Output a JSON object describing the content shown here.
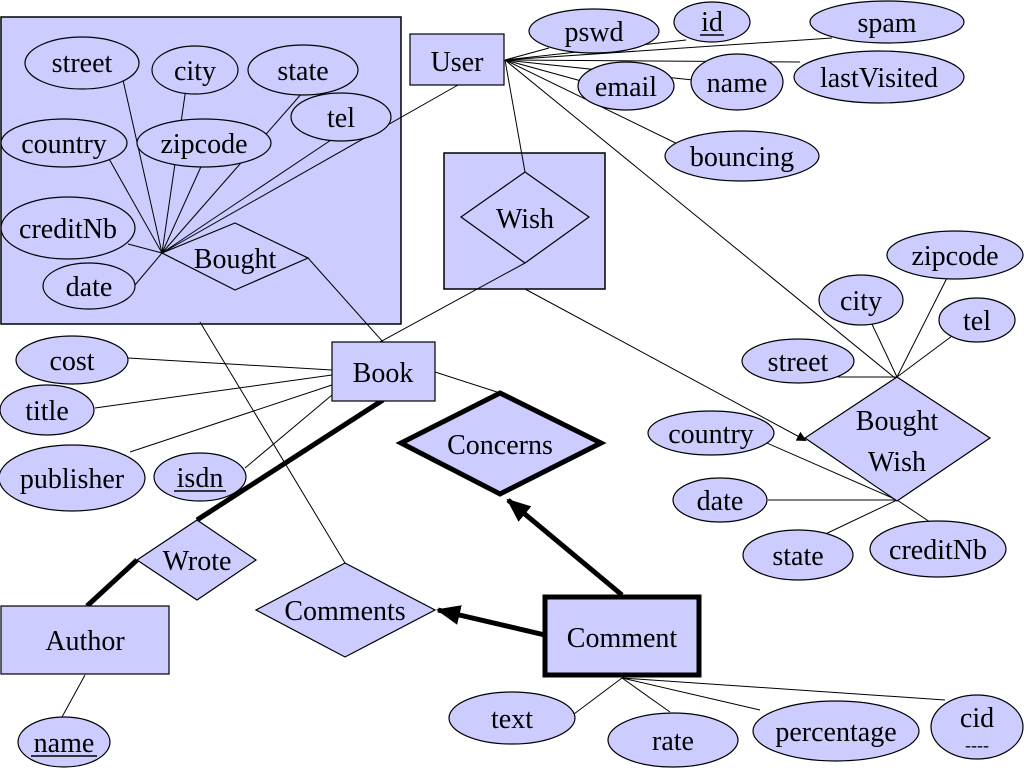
{
  "entities": {
    "user": "User",
    "book": "Book",
    "author": "Author",
    "comment": "Comment"
  },
  "relationships": {
    "bought": "Bought",
    "wish": "Wish",
    "bought_wish_line1": "Bought",
    "bought_wish_line2": "Wish",
    "concerns": "Concerns",
    "wrote": "Wrote",
    "comments": "Comments"
  },
  "attributes": {
    "user": {
      "pswd": "pswd",
      "id": "id",
      "spam": "spam",
      "email": "email",
      "name": "name",
      "last_visited": "lastVisited",
      "bouncing": "bouncing"
    },
    "bought": {
      "street": "street",
      "city": "city",
      "state": "state",
      "tel": "tel",
      "country": "country",
      "zipcode": "zipcode",
      "credit_nb": "creditNb",
      "date": "date"
    },
    "bought_wish": {
      "zipcode": "zipcode",
      "city": "city",
      "tel": "tel",
      "street": "street",
      "country": "country",
      "date": "date",
      "state": "state",
      "credit_nb": "creditNb"
    },
    "book": {
      "cost": "cost",
      "title": "title",
      "publisher": "publisher",
      "isdn": "isdn"
    },
    "author": {
      "name": "name"
    },
    "comment": {
      "text": "text",
      "rate": "rate",
      "percentage": "percentage",
      "cid": "cid",
      "cid_partial_key_mark": "----"
    }
  },
  "colors": {
    "shape_fill": "#ccccff",
    "stroke": "#000000"
  }
}
